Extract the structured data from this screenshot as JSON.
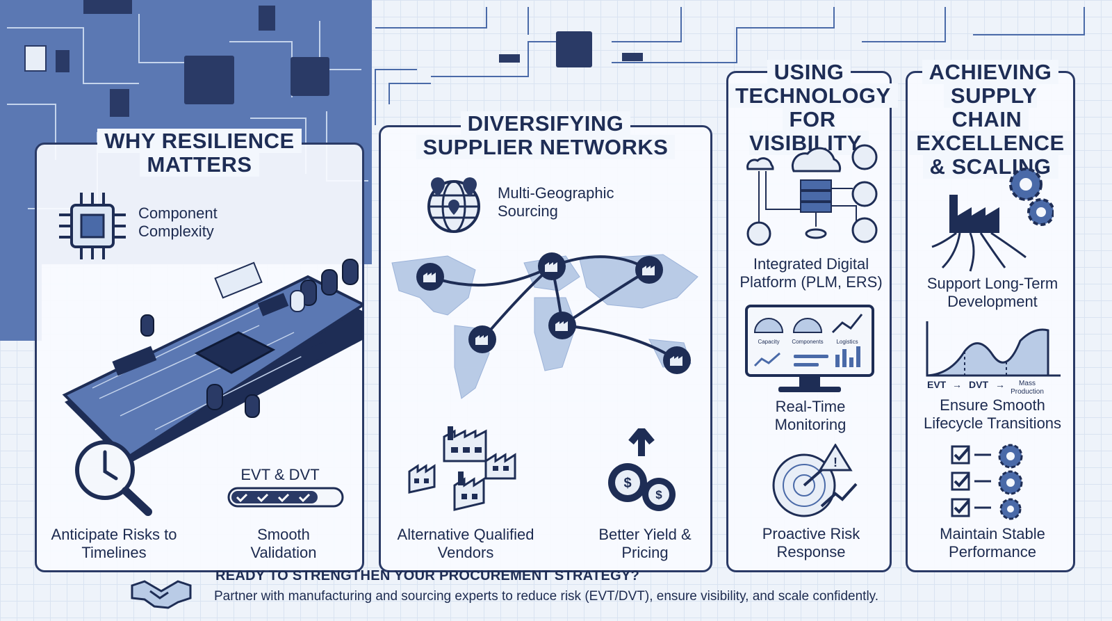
{
  "colors": {
    "navy": "#1e2d55",
    "blue": "#4a6aa8",
    "light_blue": "#b9cbe6",
    "bg": "#eef3fa"
  },
  "panels": {
    "resilience": {
      "title_line1": "WHY RESILIENCE",
      "title_line2": "MATTERS",
      "component": "Component Complexity",
      "evt_dvt": "EVT & DVT",
      "anticipate": "Anticipate Risks to Timelines",
      "smooth": "Smooth Validation"
    },
    "diversify": {
      "title_line1": "DIVERSIFYING",
      "title_line2": "SUPPLIER NETWORKS",
      "multi_geo": "Multi-Geographic Sourcing",
      "alt_vendors": "Alternative Qualified Vendors",
      "yield": "Better Yield & Pricing"
    },
    "technology": {
      "title_line1": "USING",
      "title_line2": "TECHNOLOGY",
      "title_line3": "FOR VISIBILITY",
      "platform": "Integrated Digital Platform (PLM, ERS)",
      "dash_capacity": "Capacity",
      "dash_components": "Components",
      "dash_logistics": "Logistics",
      "monitoring": "Real-Time Monitoring",
      "risk": "Proactive Risk Response"
    },
    "excellence": {
      "title_line1": "ACHIEVING",
      "title_line2": "SUPPLY CHAIN",
      "title_line3": "EXCELLENCE",
      "title_line4": "& SCALING",
      "long_term": "Support Long-Term Development",
      "axis_evt": "EVT",
      "axis_dvt": "DVT",
      "axis_mass1": "Mass",
      "axis_mass2": "Production",
      "lifecycle": "Ensure Smooth Lifecycle Transitions",
      "stable": "Maintain Stable Performance"
    }
  },
  "footer": {
    "title": "READY TO STRENGTHEN YOUR PROCUREMENT STRATEGY?",
    "subtitle": "Partner with manufacturing and sourcing experts to reduce risk (EVT/DVT), ensure visibility, and scale confidently."
  },
  "icons": [
    "chip-icon",
    "clock-magnifier-icon",
    "progress-check-icon",
    "globe-pin-icon",
    "world-map-icon",
    "factory-icon",
    "dollar-gear-icon",
    "cloud-server-icon",
    "dashboard-icon",
    "radar-icon",
    "factory-gears-icon",
    "growth-curve-icon",
    "checklist-gears-icon",
    "handshake-icon"
  ]
}
